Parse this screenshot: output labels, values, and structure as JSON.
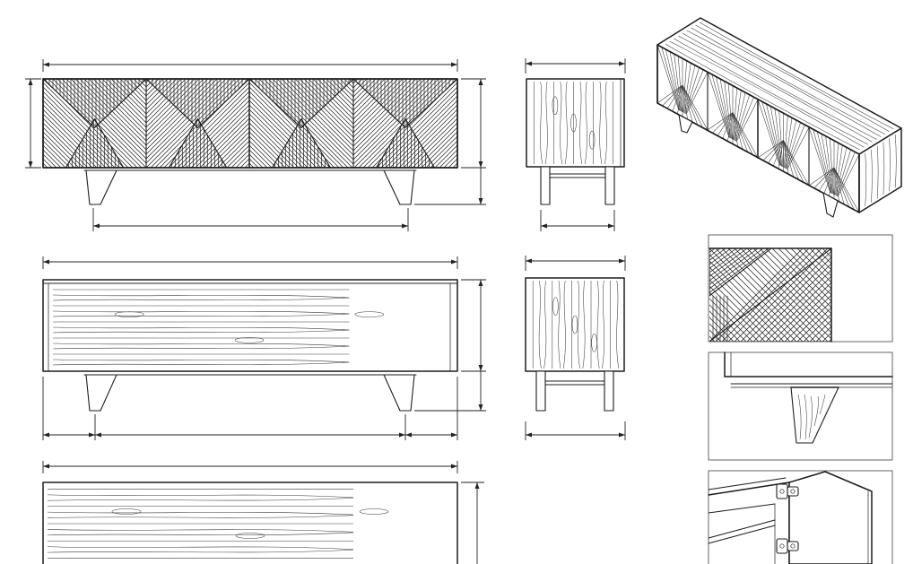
{
  "drawing": {
    "subject": "sideboard-technical-sheet",
    "views": [
      {
        "id": "front-elevation"
      },
      {
        "id": "side-elevation"
      },
      {
        "id": "isometric-view"
      },
      {
        "id": "rear-elevation"
      },
      {
        "id": "side-elevation-rear"
      },
      {
        "id": "top-plan"
      },
      {
        "id": "detail-door-pattern"
      },
      {
        "id": "detail-leg-joint"
      },
      {
        "id": "detail-hinge-interior"
      }
    ],
    "colors": {
      "line": "#1d1d1d",
      "background": "#ffffff",
      "frame": "#555555"
    }
  }
}
